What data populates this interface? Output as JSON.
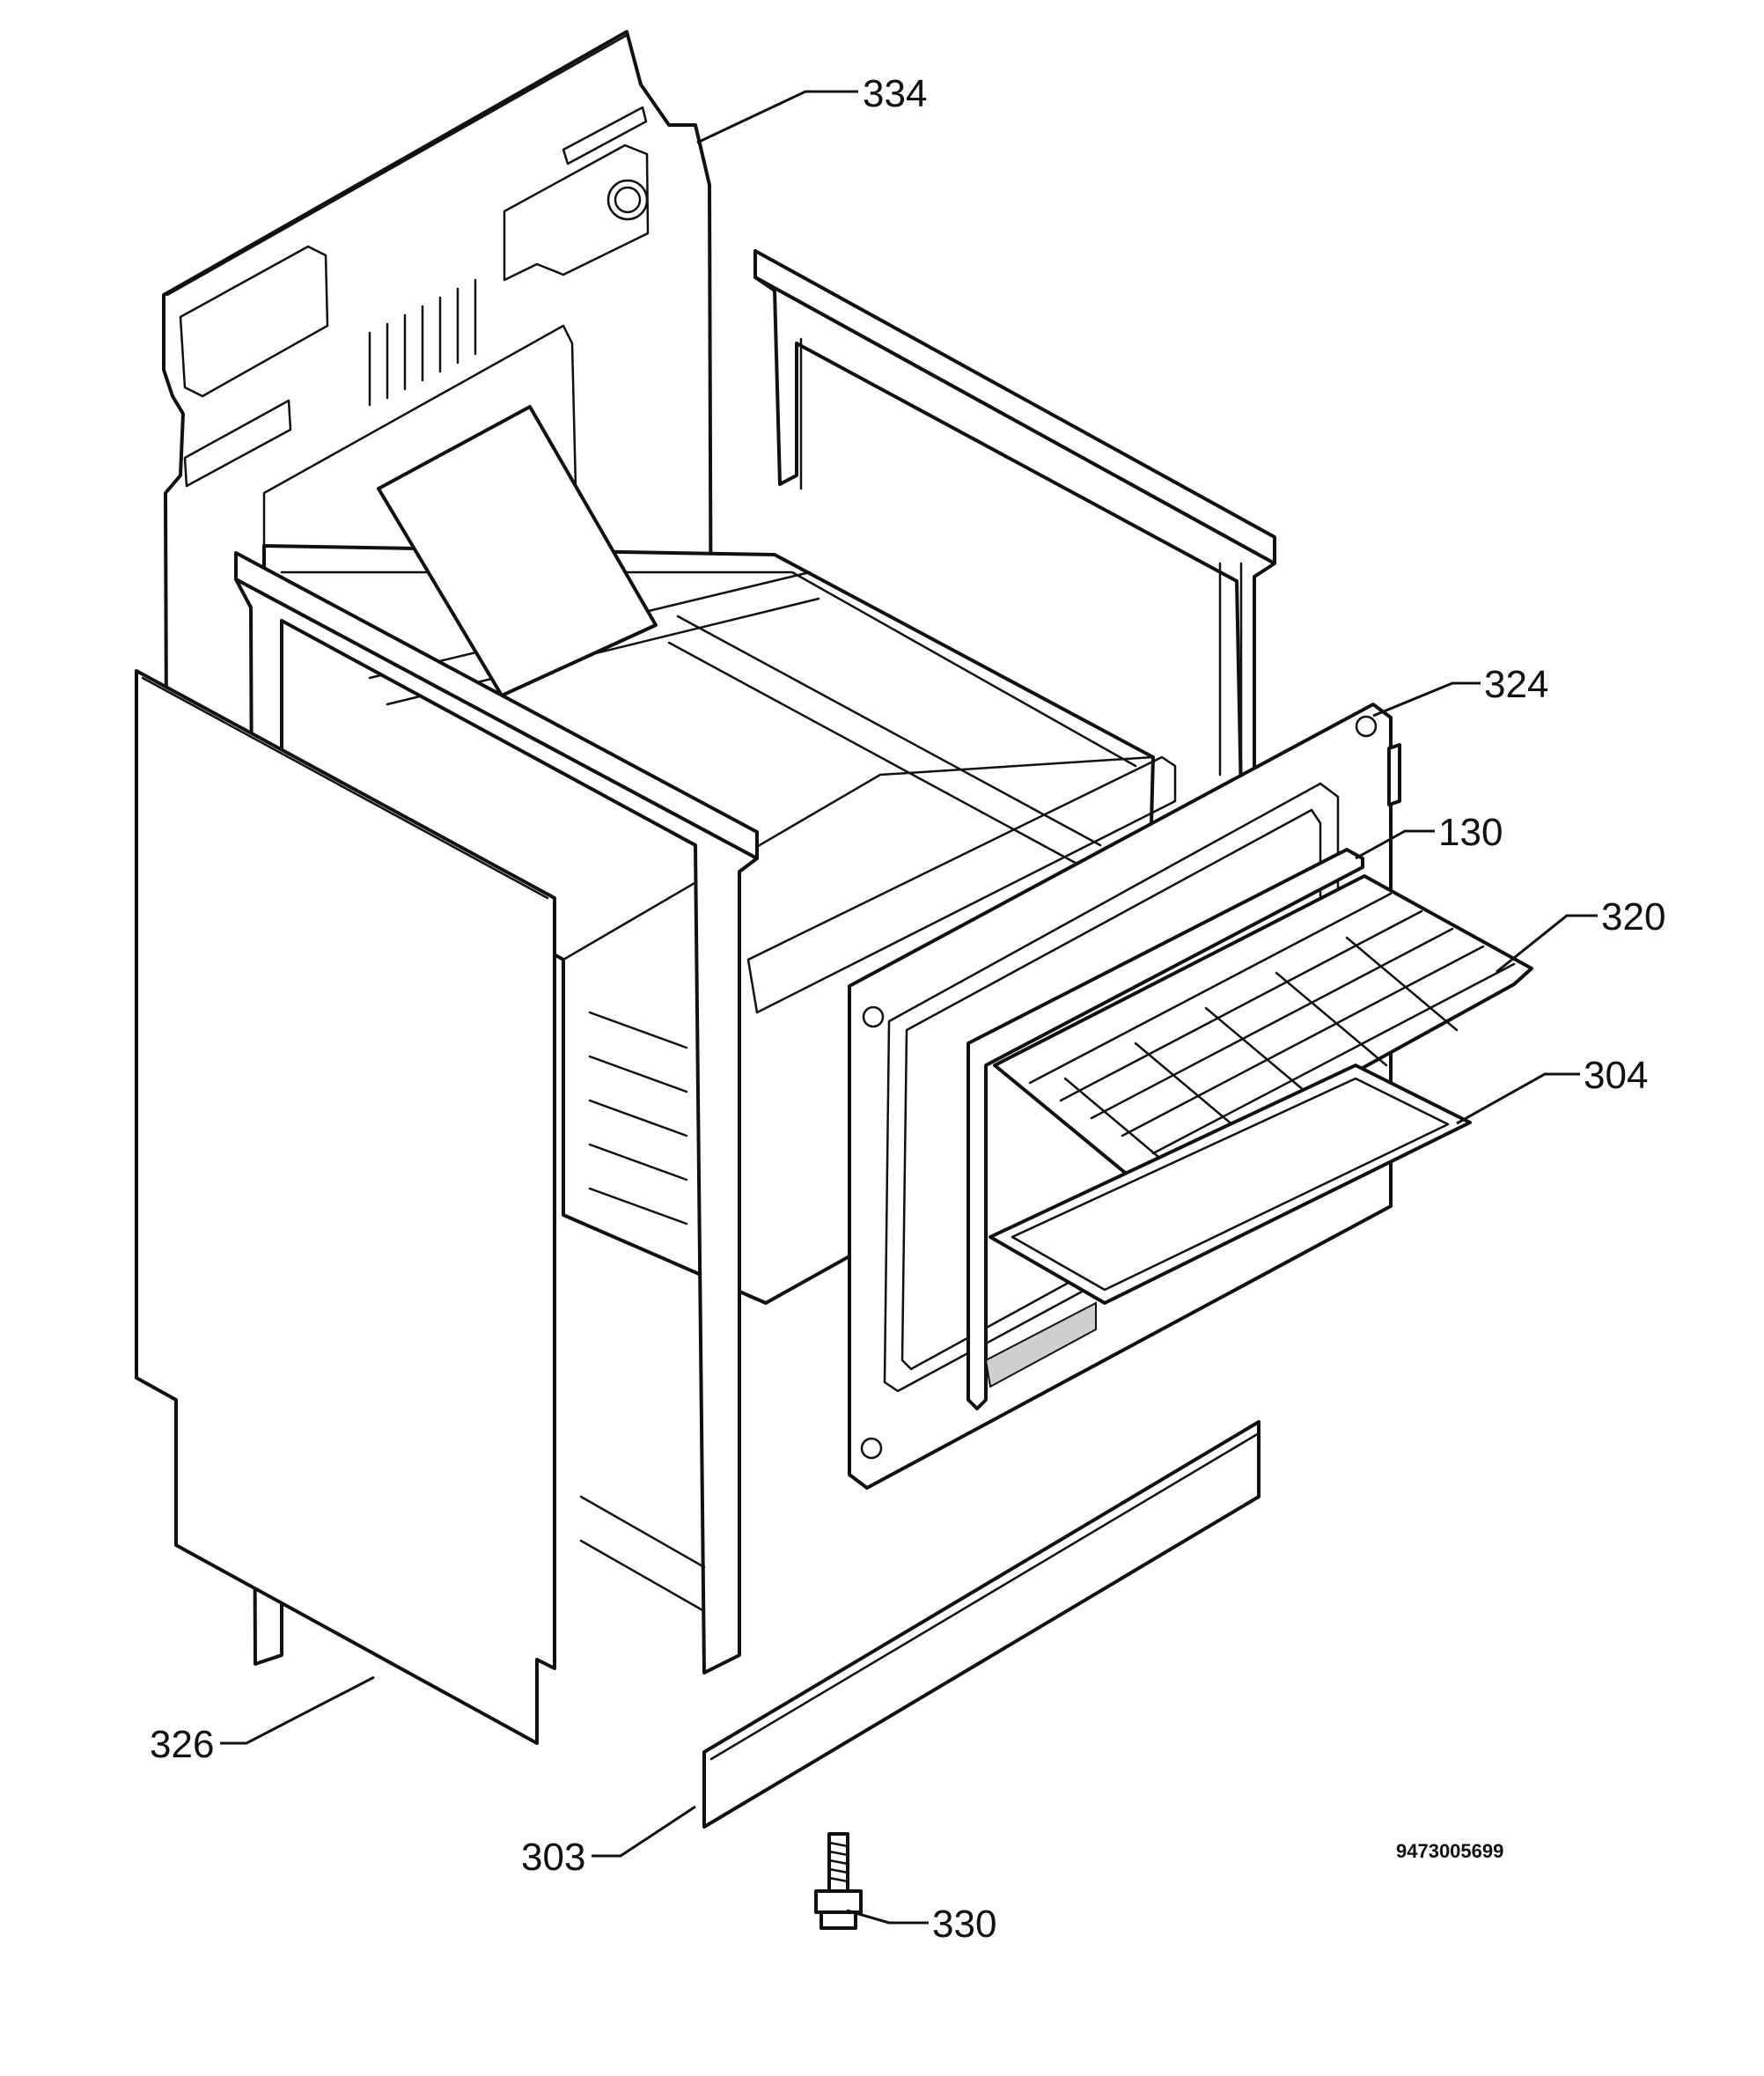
{
  "callouts": {
    "c334": "334",
    "c324": "324",
    "c130": "130",
    "c320": "320",
    "c304": "304",
    "c326": "326",
    "c303": "303",
    "c330": "330"
  },
  "document_number": "9473005699",
  "colors": {
    "line": "#111111",
    "background": "#ffffff",
    "seal": "#cfcfcf"
  }
}
